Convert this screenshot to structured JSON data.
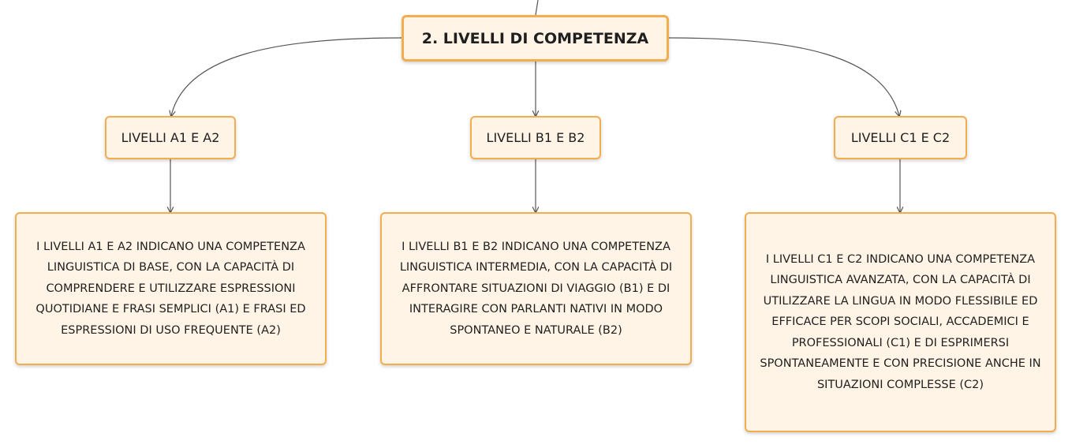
{
  "diagram": {
    "root": {
      "label": "2. LIVELLI DI COMPETENZA"
    },
    "branches": [
      {
        "label": "LIVELLI A1 E A2",
        "description": "I LIVELLI A1 E A2 INDICANO UNA COMPETENZA LINGUISTICA DI BASE, CON LA CAPACITÀ DI COMPRENDERE E UTILIZZARE ESPRESSIONI QUOTIDIANE E FRASI SEMPLICI (A1) E FRASI ED ESPRESSIONI DI USO FREQUENTE (A2)"
      },
      {
        "label": "LIVELLI B1 E B2",
        "description": "I LIVELLI B1 E B2 INDICANO UNA COMPETENZA LINGUISTICA INTERMEDIA, CON LA CAPACITÀ DI AFFRONTARE SITUAZIONI DI VIAGGIO (B1) E DI INTERAGIRE CON PARLANTI NATIVI IN MODO SPONTANEO E NATURALE (B2)"
      },
      {
        "label": "LIVELLI C1 E C2",
        "description": "I LIVELLI C1 E C2 INDICANO UNA COMPETENZA LINGUISTICA AVANZATA, CON LA CAPACITÀ DI UTILIZZARE LA LINGUA IN MODO FLESSIBILE ED EFFICACE PER SCOPI SOCIALI, ACCADEMICI E PROFESSIONALI (C1) E DI ESPRIMERSI SPONTANEAMENTE E CON PRECISIONE ANCHE IN SITUAZIONI COMPLESSE (C2)"
      }
    ]
  },
  "colors": {
    "node_fill": "#fff4e6",
    "node_border": "#f2ad4e",
    "connector": "#555555"
  }
}
